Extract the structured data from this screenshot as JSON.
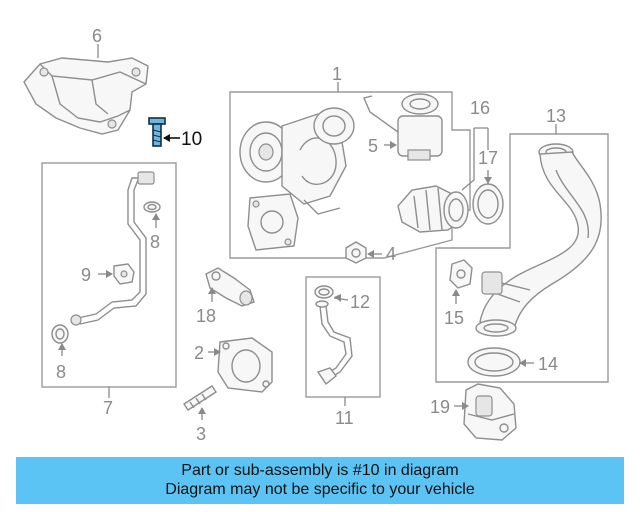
{
  "diagram": {
    "callouts": {
      "c1": "1",
      "c2": "2",
      "c3": "3",
      "c4": "4",
      "c5": "5",
      "c6": "6",
      "c7": "7",
      "c8a": "8",
      "c8b": "8",
      "c9": "9",
      "c10": "10",
      "c11": "11",
      "c12": "12",
      "c13": "13",
      "c14": "14",
      "c15": "15",
      "c16": "16",
      "c17": "17",
      "c18": "18",
      "c19": "19"
    },
    "highlighted_part": "10"
  },
  "banner": {
    "line1": "Part or sub-assembly is #10 in diagram",
    "line2": "Diagram may not be specific to your vehicle",
    "color": "#5bc4f4"
  }
}
